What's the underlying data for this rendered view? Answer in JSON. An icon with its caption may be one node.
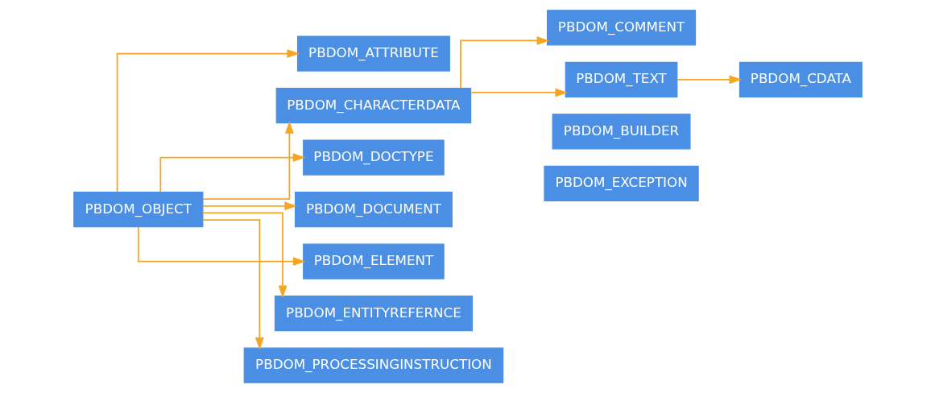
{
  "diagram": {
    "nodes": [
      {
        "text": [
          "PBDOM_OBJECT"
        ]
      },
      {
        "text": [
          "PBDOM_ATTRIBUTE"
        ]
      },
      {
        "text": [
          "PBDOM_CHARACTERDATA"
        ]
      },
      {
        "text": [
          "PBDOM_DOCTYPE"
        ]
      },
      {
        "text": [
          "PBDOM_DOCUMENT"
        ]
      },
      {
        "text": [
          "PBDOM_ELEMENT"
        ]
      },
      {
        "text": [
          "PBDOM_ENTITYREFERNCE"
        ]
      },
      {
        "text": [
          "PBDOM_PROCESSINGINSTRUCTION"
        ]
      },
      {
        "text": [
          "PBDOM_COMMENT"
        ]
      },
      {
        "text": [
          "PBDOM_TEXT"
        ]
      },
      {
        "text": [
          "PBDOM_CDATA"
        ]
      },
      {
        "text": [
          "PBDOM_BUILDER"
        ]
      },
      {
        "text": [
          "PBDOM_EXCEPTION"
        ]
      }
    ],
    "edges": [
      {
        "from": 0,
        "to": 1,
        "arrow": "to"
      },
      {
        "from": 0,
        "to": 2,
        "arrow": "to"
      },
      {
        "from": 0,
        "to": 3,
        "arrow": "to"
      },
      {
        "from": 0,
        "to": 4,
        "arrow": "to"
      },
      {
        "from": 0,
        "to": 5,
        "arrow": "to"
      },
      {
        "from": 0,
        "to": 6,
        "arrow": "to"
      },
      {
        "from": 0,
        "to": 7,
        "arrow": "to"
      },
      {
        "from": 2,
        "to": 8,
        "arrow": "to"
      },
      {
        "from": 2,
        "to": 9,
        "arrow": "to"
      },
      {
        "from": 9,
        "to": 10,
        "arrow": "to"
      }
    ]
  }
}
